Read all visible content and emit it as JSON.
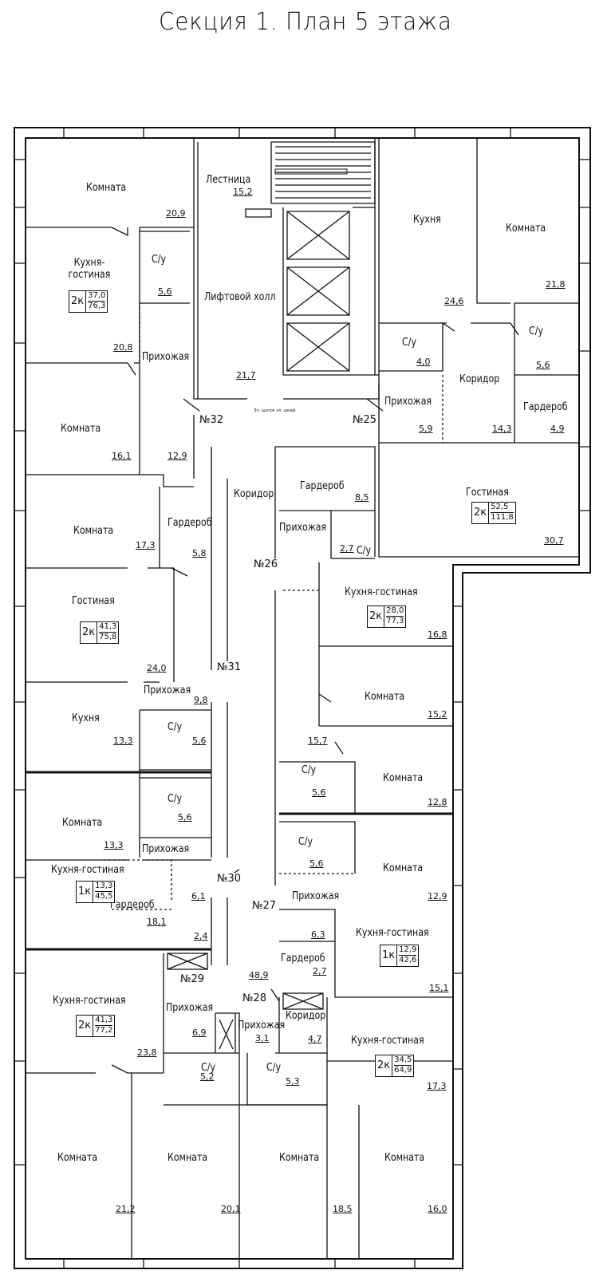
{
  "title": "Секция 1. План 5 этажа",
  "stair_note": "Эл. щиток эл. шкаф",
  "rooms": [
    {
      "id": "r1",
      "name": "Комната",
      "area": "20,9"
    },
    {
      "id": "r2",
      "name": "Кухня-\nгостиная",
      "area": "20,8"
    },
    {
      "id": "r3",
      "name": "С/у",
      "area": "5,6"
    },
    {
      "id": "r4",
      "name": "Прихожая",
      "area": "12,9"
    },
    {
      "id": "r5",
      "name": "Комната",
      "area": "16,1"
    },
    {
      "id": "r6",
      "name": "Лестница",
      "area": "15,2"
    },
    {
      "id": "r7",
      "name": "Лифтовой холл",
      "area": "21,7"
    },
    {
      "id": "r8",
      "name": "Кухня",
      "area": "24,6"
    },
    {
      "id": "r9",
      "name": "Комната",
      "area": "21,8"
    },
    {
      "id": "r10",
      "name": "С/у",
      "area": "4,0"
    },
    {
      "id": "r11",
      "name": "Коридор",
      "area": "14,3"
    },
    {
      "id": "r12",
      "name": "С/у",
      "area": "5,6"
    },
    {
      "id": "r13",
      "name": "Прихожая",
      "area": "5,9"
    },
    {
      "id": "r14",
      "name": "Гардероб",
      "area": "4,9"
    },
    {
      "id": "r15",
      "name": "Гостиная",
      "area": "30,7"
    },
    {
      "id": "r16",
      "name": "Гардероб",
      "area": "8,5"
    },
    {
      "id": "r17",
      "name": "Прихожая",
      "area": ""
    },
    {
      "id": "r18",
      "name": "С/у",
      "area": "2,7"
    },
    {
      "id": "r19",
      "name": "Коридор",
      "area": ""
    },
    {
      "id": "r20",
      "name": "Комната",
      "area": "17,3"
    },
    {
      "id": "r21",
      "name": "Гардероб",
      "area": "5,8"
    },
    {
      "id": "r22",
      "name": "Гостиная",
      "area": "24,0"
    },
    {
      "id": "r23",
      "name": "Кухня-гостиная",
      "area": "16,8"
    },
    {
      "id": "r24",
      "name": "Комната",
      "area": "15,2"
    },
    {
      "id": "r25",
      "name": "Прихожая",
      "area": "9,8"
    },
    {
      "id": "r26",
      "name": "Кухня",
      "area": "13,3"
    },
    {
      "id": "r27",
      "name": "С/у",
      "area": "5,6"
    },
    {
      "id": "r28",
      "name": "С/у",
      "area": "5,6"
    },
    {
      "id": "r29",
      "name": "Комната",
      "area": "13,3"
    },
    {
      "id": "r30",
      "name": "Прихожая",
      "area": ""
    },
    {
      "id": "r31",
      "name": "Кухня-гостиная",
      "area": "18,1"
    },
    {
      "id": "r32",
      "name": "Гардероб",
      "area": "6,1"
    },
    {
      "id": "r33",
      "name": "",
      "area": "2,4"
    },
    {
      "id": "r34",
      "name": "",
      "area": "15,7"
    },
    {
      "id": "r35",
      "name": "С/у",
      "area": "5,6"
    },
    {
      "id": "r36",
      "name": "Комната",
      "area": "12,8"
    },
    {
      "id": "r37",
      "name": "С/у",
      "area": "5,6"
    },
    {
      "id": "r38",
      "name": "Комната",
      "area": "12,9"
    },
    {
      "id": "r39",
      "name": "Прихожая",
      "area": "6,3"
    },
    {
      "id": "r40",
      "name": "Кухня-гостиная",
      "area": "15,1"
    },
    {
      "id": "r41",
      "name": "Гардероб",
      "area": "2,7"
    },
    {
      "id": "r42",
      "name": "",
      "area": "48,9"
    },
    {
      "id": "r43",
      "name": "Кухня-гостиная",
      "area": "23,8"
    },
    {
      "id": "r44",
      "name": "Прихожая",
      "area": "6,9"
    },
    {
      "id": "r45",
      "name": "Прихожая",
      "area": "3,1"
    },
    {
      "id": "r46",
      "name": "Коридор",
      "area": "4,7"
    },
    {
      "id": "r47",
      "name": "Кухня-гостиная",
      "area": "17,3"
    },
    {
      "id": "r48",
      "name": "С/у",
      "area": "5,2"
    },
    {
      "id": "r49",
      "name": "С/у",
      "area": "5,3"
    },
    {
      "id": "r50",
      "name": "Комната",
      "area": "21,2"
    },
    {
      "id": "r51",
      "name": "Комната",
      "area": "20,1"
    },
    {
      "id": "r52",
      "name": "Комната",
      "area": "18,5"
    },
    {
      "id": "r53",
      "name": "Комната",
      "area": "16,0"
    }
  ],
  "apartments": [
    {
      "id": "a32",
      "number": "№32",
      "rooms": "2к",
      "living": "37,0",
      "total": "76,3"
    },
    {
      "id": "a25",
      "number": "№25",
      "rooms": "2к",
      "living": "52,5",
      "total": "111,8"
    },
    {
      "id": "a26",
      "number": "№26",
      "rooms": "2к",
      "living": "28,0",
      "total": "77,3"
    },
    {
      "id": "a31",
      "number": "№31",
      "rooms": "2к",
      "living": "41,3",
      "total": "75,8"
    },
    {
      "id": "a30",
      "number": "№30",
      "rooms": "1к",
      "living": "13,3",
      "total": "45,5"
    },
    {
      "id": "a27",
      "number": "№27",
      "rooms": "1к",
      "living": "12,9",
      "total": "42,6"
    },
    {
      "id": "a29",
      "number": "№29",
      "rooms": "2к",
      "living": "41,3",
      "total": "77,2"
    },
    {
      "id": "a28",
      "number": "№28",
      "rooms": "2к",
      "living": "34,5",
      "total": "64,9"
    }
  ]
}
